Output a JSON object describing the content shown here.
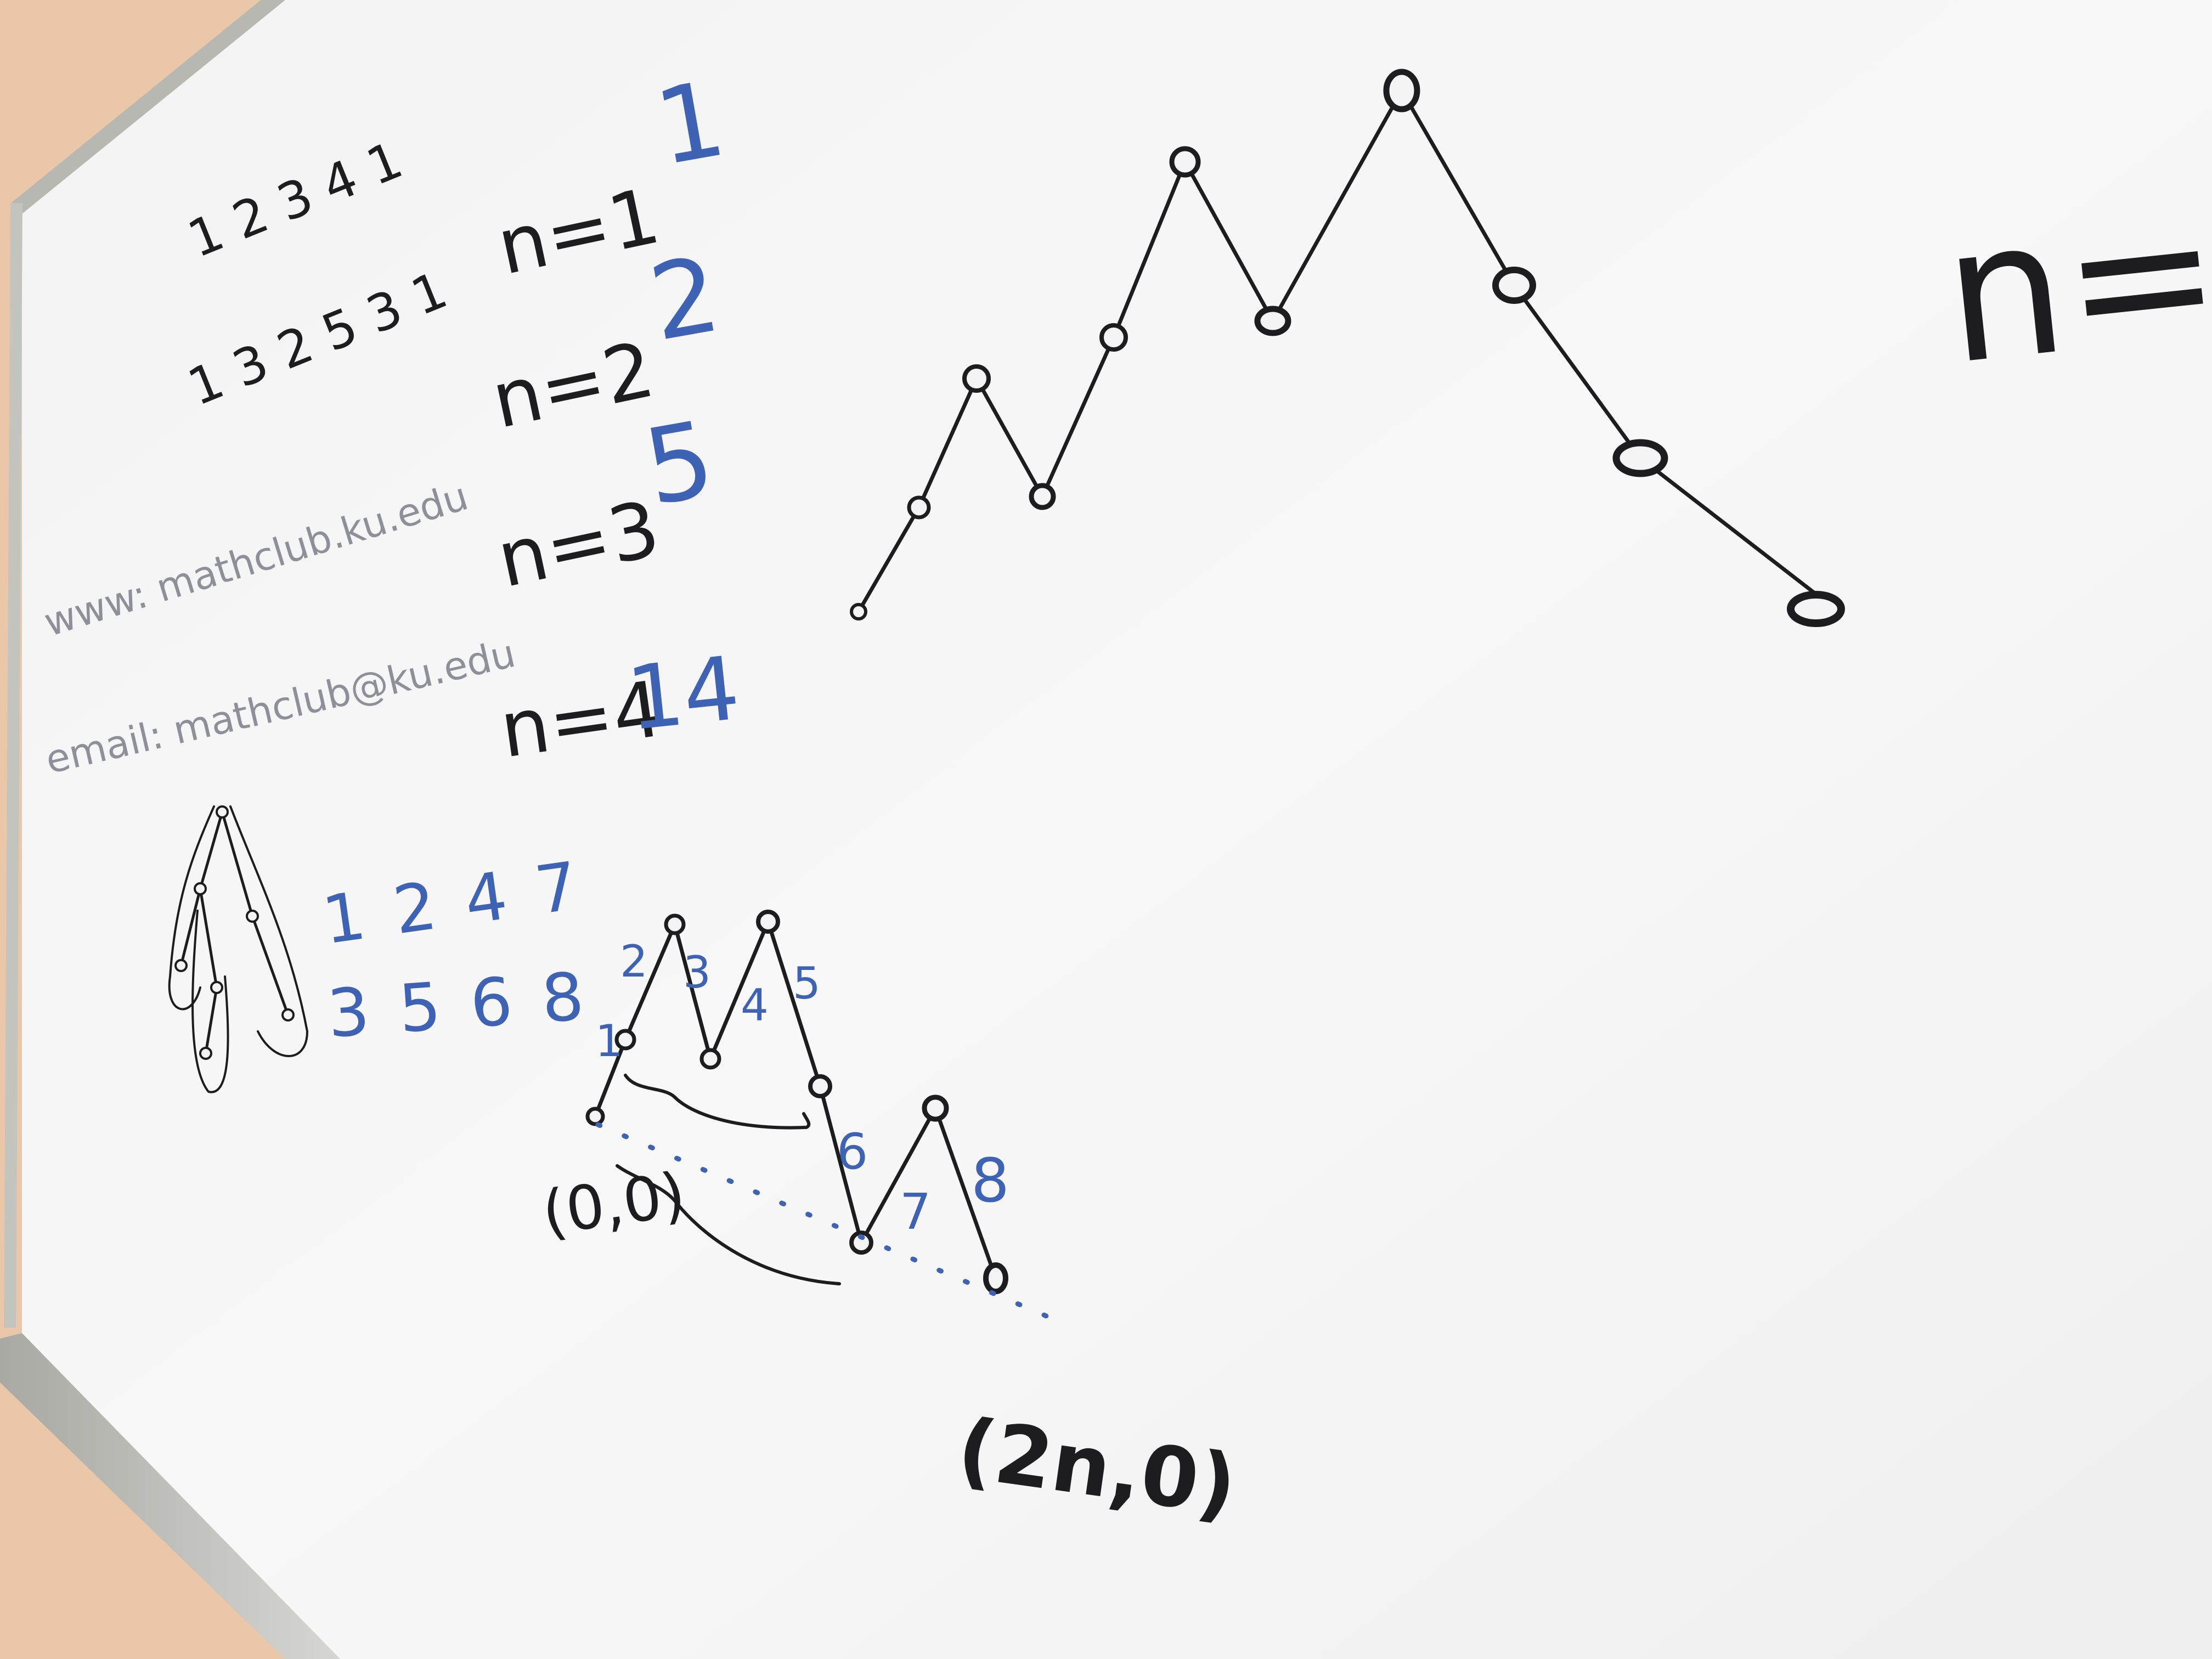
{
  "top_left": {
    "row1": "1 2 3 4 1",
    "row2": "1 3 2 5 3 1"
  },
  "catalan_table": {
    "rows": [
      {
        "n_label": "n=1",
        "value": "1"
      },
      {
        "n_label": "n=2",
        "value": "2"
      },
      {
        "n_label": "n=3",
        "value": "5"
      },
      {
        "n_label": "n=4",
        "value": "14"
      }
    ]
  },
  "contact": {
    "www": "www: mathclub.ku.edu",
    "email": "email: mathclub@ku.edu"
  },
  "tree_numbers": {
    "row1": "1 2 4 7",
    "row2": "3 5 6 8"
  },
  "small_path": {
    "step_labels": [
      "1",
      "2",
      "3",
      "4",
      "5",
      "6",
      "7",
      "8"
    ],
    "origin_label": "(0,0)",
    "end_label": "(2n,0)"
  },
  "right_edge": {
    "partial_text": "n="
  },
  "colors": {
    "board": "#f6f6f6",
    "wall": "#e9c7a8",
    "frame": "#b9b9b5",
    "black_ink": "#1d1d1f",
    "blue_ink": "#3f63b4"
  }
}
